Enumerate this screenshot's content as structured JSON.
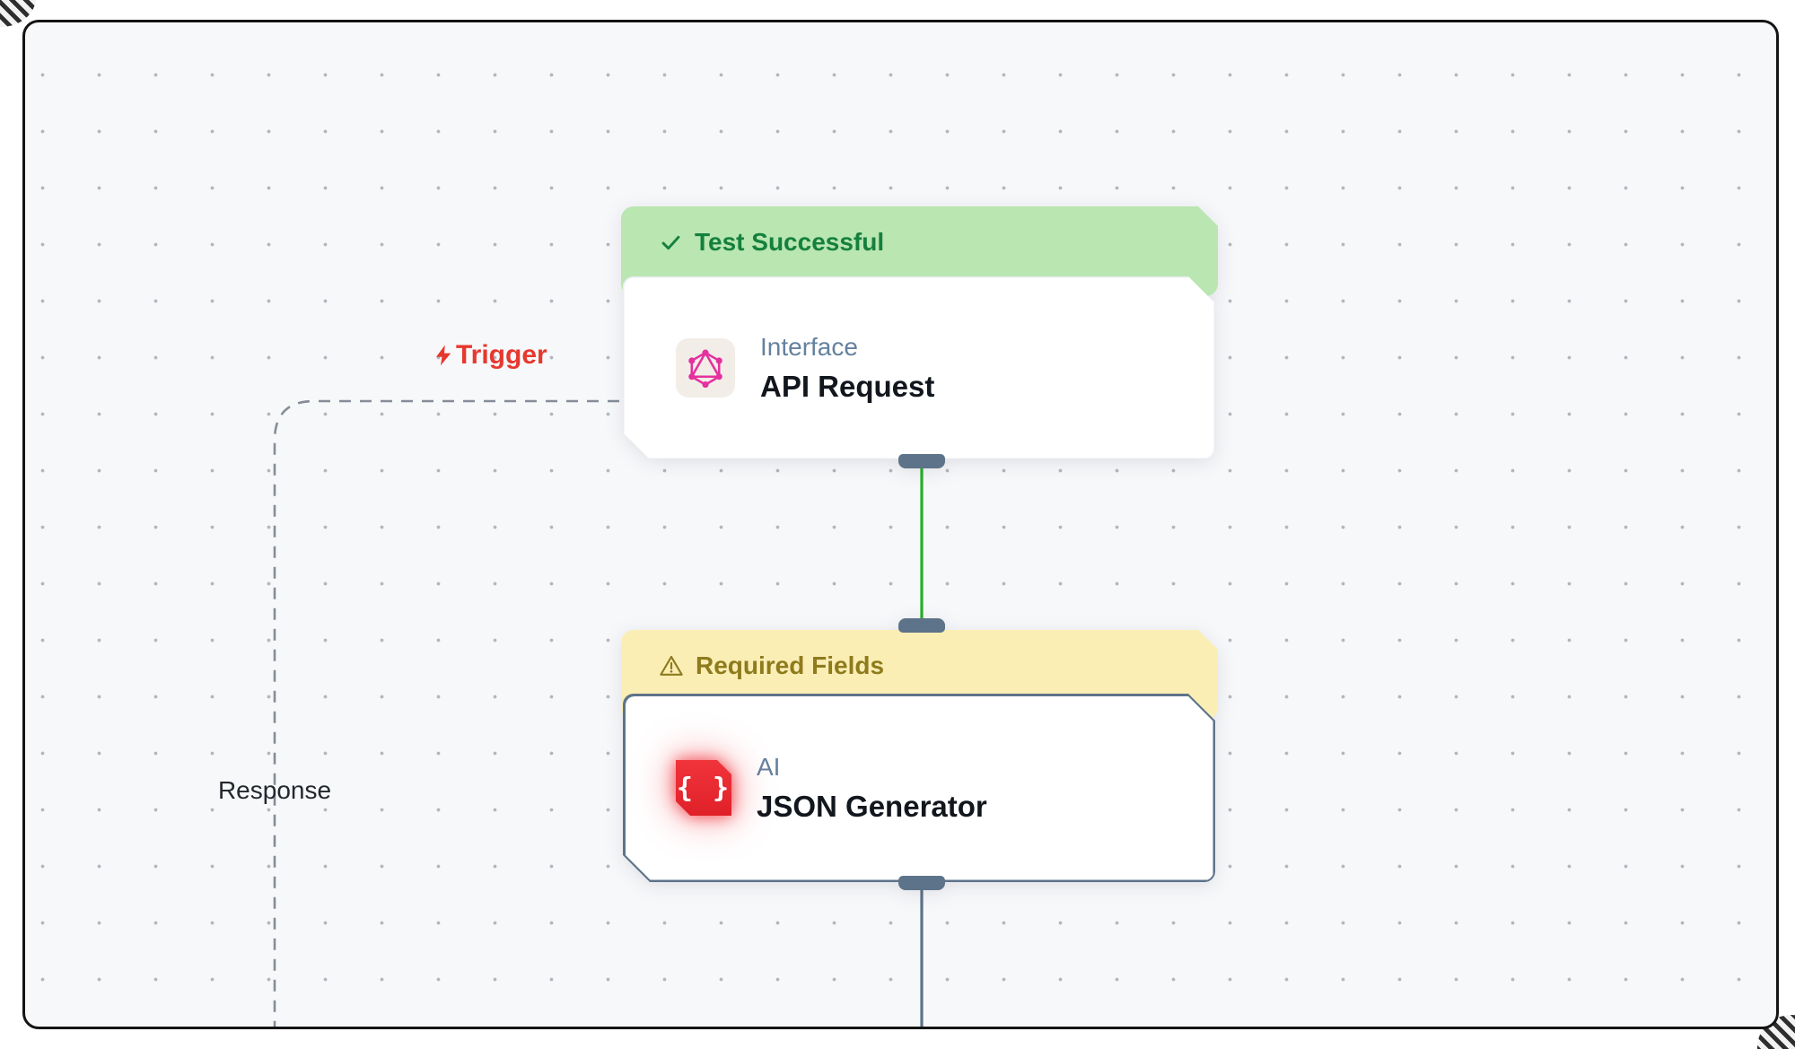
{
  "canvas": {
    "background": "#f7f8fa",
    "dot_color": "#b2b6bd",
    "frame_border_color": "#141414"
  },
  "edges": {
    "trigger_label": "Trigger",
    "trigger_icon": "lightning-bolt-icon",
    "trigger_color": "#e6382f",
    "response_label": "Response",
    "dashed_edge_color": "#868d98",
    "success_edge_color": "#25b125",
    "output_edge_color": "#5d7389"
  },
  "nodes": [
    {
      "id": "api-request",
      "status": {
        "text": "Test Successful",
        "icon": "check-icon",
        "bg": "#b9e6b1",
        "color": "#15803d"
      },
      "category": "Interface",
      "title": "API Request",
      "icon": "graphql-icon",
      "icon_color": "#e5309f",
      "icon_bg": "#f2eee7"
    },
    {
      "id": "json-generator",
      "status": {
        "text": "Required Fields",
        "icon": "warning-triangle-icon",
        "bg": "#fbeeb4",
        "color": "#8e7b1d"
      },
      "category": "AI",
      "title": "JSON Generator",
      "icon": "json-braces-icon",
      "icon_glyph": "{ }",
      "icon_color": "#e8282f",
      "border_color": "#5d7389"
    }
  ],
  "ports": {
    "handle_color": "#5d7389"
  }
}
